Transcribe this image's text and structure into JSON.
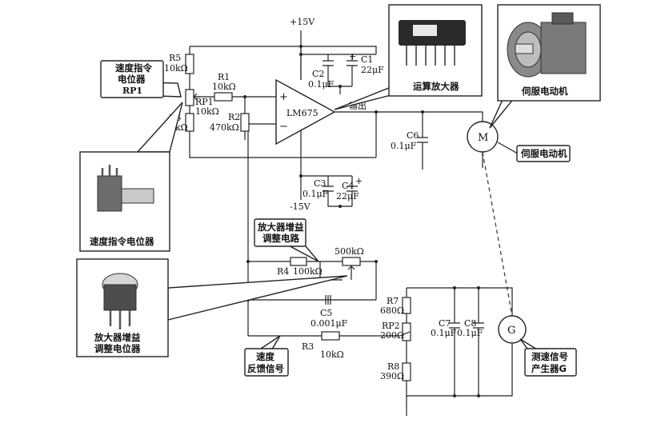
{
  "supply": {
    "pos": "+15V",
    "neg": "-15V"
  },
  "opamp": {
    "name": "LM675",
    "plus": "+",
    "minus": "−",
    "output_label": "输出"
  },
  "components": {
    "R5": {
      "name": "R5",
      "value": "10kΩ"
    },
    "R6": {
      "name": "R6",
      "value": "10kΩ"
    },
    "RP1": {
      "name": "RP1",
      "value": "10kΩ"
    },
    "R1": {
      "name": "R1",
      "value": "10kΩ"
    },
    "R2": {
      "name": "R2",
      "value": "470kΩ"
    },
    "C1": {
      "name": "C1",
      "value": "22μF"
    },
    "C2": {
      "name": "C2",
      "value": "0.1μF"
    },
    "C3": {
      "name": "C3",
      "value": "0.1μF"
    },
    "C4": {
      "name": "C4",
      "value": "22μF"
    },
    "C5": {
      "name": "C5",
      "value": "0.001μF"
    },
    "C6": {
      "name": "C6",
      "value": "0.1μF"
    },
    "C7": {
      "name": "C7",
      "value": "0.1μF"
    },
    "C8": {
      "name": "C8",
      "value": "0.1μF"
    },
    "R3": {
      "name": "R3",
      "value": "10kΩ"
    },
    "R4": {
      "name": "R4",
      "value": "100kΩ"
    },
    "VR500": {
      "value": "500kΩ"
    },
    "R7": {
      "name": "R7",
      "value": "680Ω"
    },
    "RP2": {
      "name": "RP2",
      "value": "200Ω"
    },
    "R8": {
      "name": "R8",
      "value": "390Ω"
    }
  },
  "motor_symbol": "M",
  "generator_symbol": "G",
  "callouts": {
    "speed_pot": [
      "速度指令",
      "电位器",
      "RP1"
    ],
    "gain_circuit": [
      "放大器增益",
      "调整电路"
    ],
    "speed_feedback": [
      "速度",
      "反馈信号"
    ],
    "tach_generator": [
      "测速信号",
      "产生器G"
    ],
    "servo_motor_label": "伺服电动机"
  },
  "photo_captions": {
    "opamp": "运算放大器",
    "servo_motor": "伺服电动机",
    "speed_pot": "速度指令电位器",
    "gain_pot": [
      "放大器增益",
      "调整电位器"
    ]
  }
}
